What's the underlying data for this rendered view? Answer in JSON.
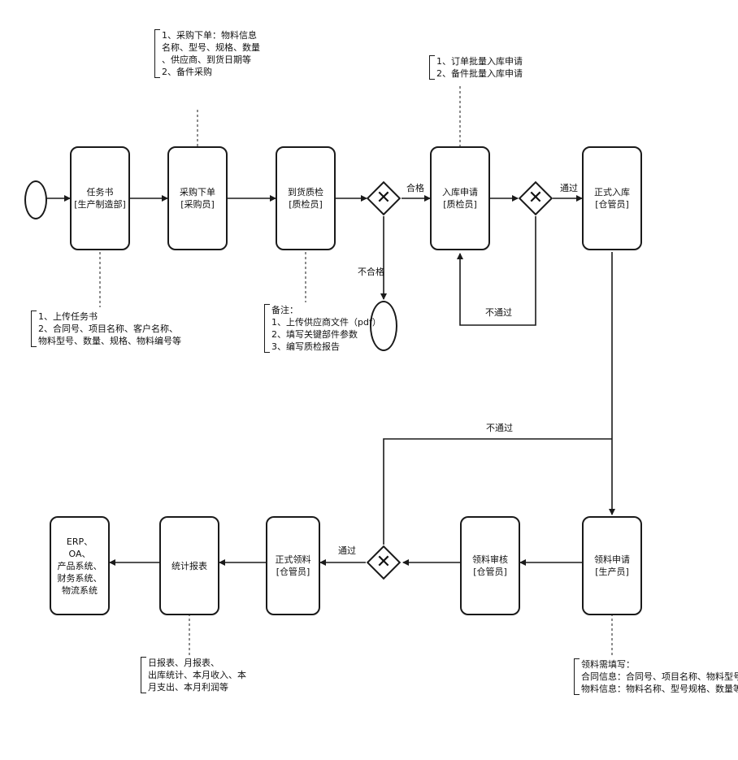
{
  "nodes": {
    "task_book": [
      "任务书",
      "[生产制造部]"
    ],
    "purchase_order": [
      "采购下单",
      "[采购员]"
    ],
    "arrival_inspection": [
      "到货质检",
      "[质检员]"
    ],
    "stock_in_apply": [
      "入库申请",
      "[质检员]"
    ],
    "formal_stock_in": [
      "正式入库",
      "[仓管员]"
    ],
    "material_request": [
      "领料申请",
      "[生产员]"
    ],
    "material_review": [
      "领料审核",
      "[仓管员]"
    ],
    "formal_issue": [
      "正式领料",
      "[仓管员]"
    ],
    "stats_report": [
      "统计报表"
    ],
    "systems": [
      "ERP、",
      "OA、",
      "产品系统、",
      "财务系统、",
      "物流系统"
    ]
  },
  "edge_labels": {
    "qualified": "合格",
    "unqualified": "不合格",
    "pass_stock_in": "通过",
    "fail_stock_in": "不通过",
    "fail_review": "不通过",
    "pass_issue": "通过"
  },
  "notes": {
    "task_book": [
      "1、上传任务书",
      "2、合同号、项目名称、客户名称、",
      "物料型号、数量、规格、物料编号等"
    ],
    "purchase": [
      "1、采购下单：物料信息",
      "名称、型号、规格、数量",
      "、供应商、到货日期等",
      "2、备件采购"
    ],
    "inspection": [
      "备注：",
      "1、上传供应商文件（pdf）",
      "2、填写关键部件参数",
      "3、编写质检报告"
    ],
    "stock_in": [
      "1、订单批量入库申请",
      "2、备件批量入库申请"
    ],
    "material": [
      "领料需填写：",
      "合同信息：合同号、项目名称、物料型号",
      "物料信息：物料名称、型号规格、数量等"
    ],
    "stats": [
      "日报表、月报表、",
      "出库统计、本月收入、本",
      "月支出、本月利润等"
    ]
  }
}
